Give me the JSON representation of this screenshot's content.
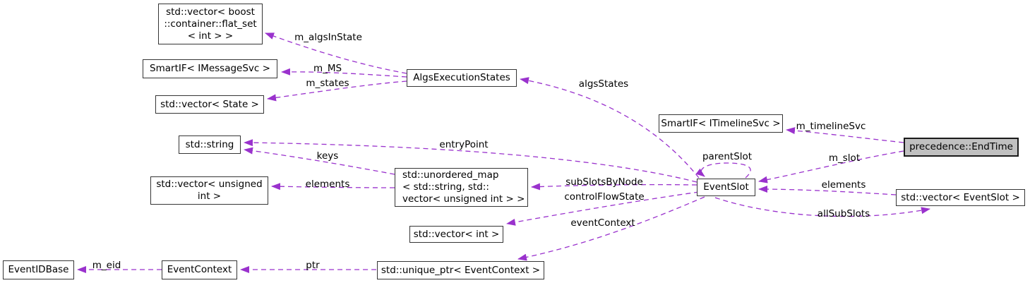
{
  "diagram_type": "doxygen-collaboration-graph",
  "colors": {
    "edge": "#9a32cd",
    "node_border": "#353535",
    "node_fill": "#ffffff",
    "highlight_node_fill": "#c0c0c0",
    "background": "#ffffff",
    "text": "#000000"
  },
  "nodes": {
    "flat_set_vector": {
      "lines": [
        "std::vector< boost",
        "::container::flat_set",
        "< int > >"
      ]
    },
    "smartif_imessagesvc": {
      "lines": [
        "SmartIF< IMessageSvc >"
      ]
    },
    "vector_state": {
      "lines": [
        "std::vector< State >"
      ]
    },
    "algs_execution_states": {
      "lines": [
        "AlgsExecutionStates"
      ]
    },
    "std_string": {
      "lines": [
        "std::string"
      ]
    },
    "vector_unsigned_int": {
      "lines": [
        "std::vector< unsigned",
        "int >"
      ]
    },
    "unordered_map": {
      "lines": [
        "std::unordered_map",
        "< std::string, std::",
        "vector< unsigned int > >"
      ]
    },
    "vector_int": {
      "lines": [
        "std::vector< int >"
      ]
    },
    "event_id_base": {
      "lines": [
        "EventIDBase"
      ]
    },
    "event_context": {
      "lines": [
        "EventContext"
      ]
    },
    "unique_ptr_event_context": {
      "lines": [
        "std::unique_ptr< EventContext >"
      ]
    },
    "smartif_itimelinesvc": {
      "lines": [
        "SmartIF< ITimelineSvc >"
      ]
    },
    "event_slot": {
      "lines": [
        "EventSlot"
      ]
    },
    "precedence_end_time": {
      "lines": [
        "precedence::EndTime"
      ]
    },
    "vector_event_slot": {
      "lines": [
        "std::vector< EventSlot >"
      ]
    }
  },
  "edge_labels": {
    "m_algsInState": "m_algsInState",
    "m_MS": "m_MS",
    "m_states": "m_states",
    "algsStates": "algsStates",
    "entryPoint": "entryPoint",
    "keys": "keys",
    "elements_map": "elements",
    "subSlotsByNode": "subSlotsByNode",
    "controlFlowState": "controlFlowState",
    "eventContext": "eventContext",
    "parentSlot": "parentSlot",
    "m_timelineSvc": "m_timelineSvc",
    "m_slot": "m_slot",
    "elements_vector": "elements",
    "allSubSlots": "allSubSlots",
    "m_eid": "m_eid",
    "ptr": "ptr"
  }
}
